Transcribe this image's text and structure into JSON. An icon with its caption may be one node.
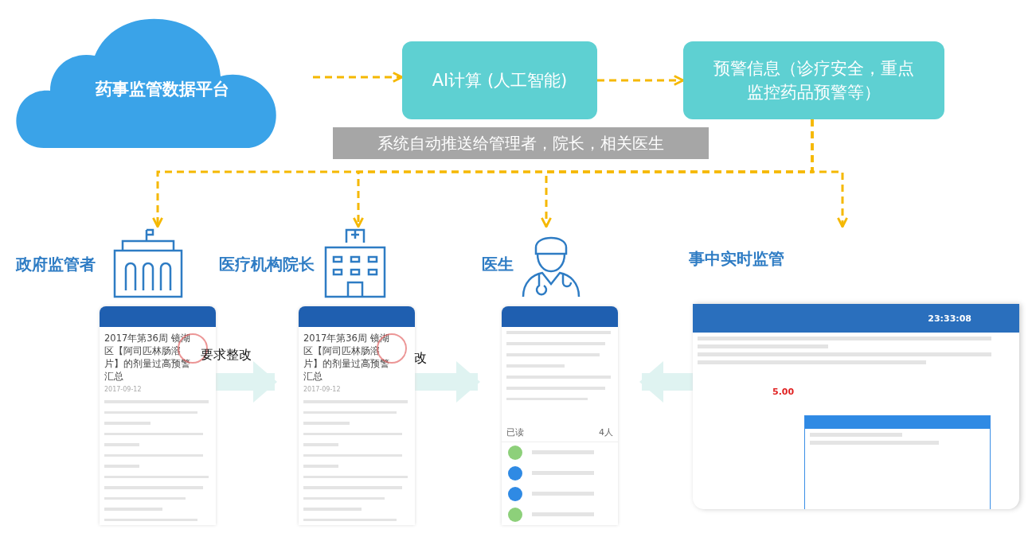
{
  "diagram": {
    "nodes": [
      {
        "text": [
          "药事监管数据平台"
        ]
      },
      {
        "text": [
          "AI计算 (人工智能)"
        ]
      },
      {
        "text": [
          "预警信息（诊疗安全，重点监控药品预警等）"
        ]
      },
      {
        "text": [
          "系统自动推送给管理者，院长，相关医生"
        ]
      },
      {
        "text": [
          "政府监管者"
        ]
      },
      {
        "text": [
          "医疗机构院长"
        ]
      },
      {
        "text": [
          "医生"
        ]
      },
      {
        "text": [
          "事中实时监管"
        ]
      },
      {
        "text": [
          "2017年第36周 镜湖区【阿司匹林肠溶片】的剂量过高预警汇总",
          "2017-09-12"
        ]
      },
      {
        "text": [
          "2017年第36周 镜湖区【阿司匹林肠溶片】的剂量过高预警汇总",
          "2017-09-12"
        ]
      },
      {
        "text": [
          "已读",
          "4人"
        ]
      },
      {
        "text": [
          "23:33:08",
          "5.00"
        ]
      }
    ],
    "edges": [
      {
        "from": 0,
        "to": 1,
        "arrow": "to",
        "style": "dashed"
      },
      {
        "from": 1,
        "to": 2,
        "arrow": "to",
        "style": "dashed"
      },
      {
        "from": 2,
        "to": 4,
        "arrow": "to",
        "style": "dashed"
      },
      {
        "from": 2,
        "to": 5,
        "arrow": "to",
        "style": "dashed"
      },
      {
        "from": 2,
        "to": 6,
        "arrow": "to",
        "style": "dashed"
      },
      {
        "from": 2,
        "to": 7,
        "arrow": "to",
        "style": "dashed"
      },
      {
        "from": 8,
        "to": 9,
        "arrow": "to",
        "style": "thick",
        "color": "#dff3f1"
      },
      {
        "from": 9,
        "to": 10,
        "arrow": "to",
        "style": "thick",
        "color": "#dff3f1"
      },
      {
        "from": 11,
        "to": 10,
        "arrow": "to",
        "style": "thick",
        "color": "#dff3f1"
      }
    ],
    "labels": [
      "要求整改",
      "改"
    ]
  }
}
